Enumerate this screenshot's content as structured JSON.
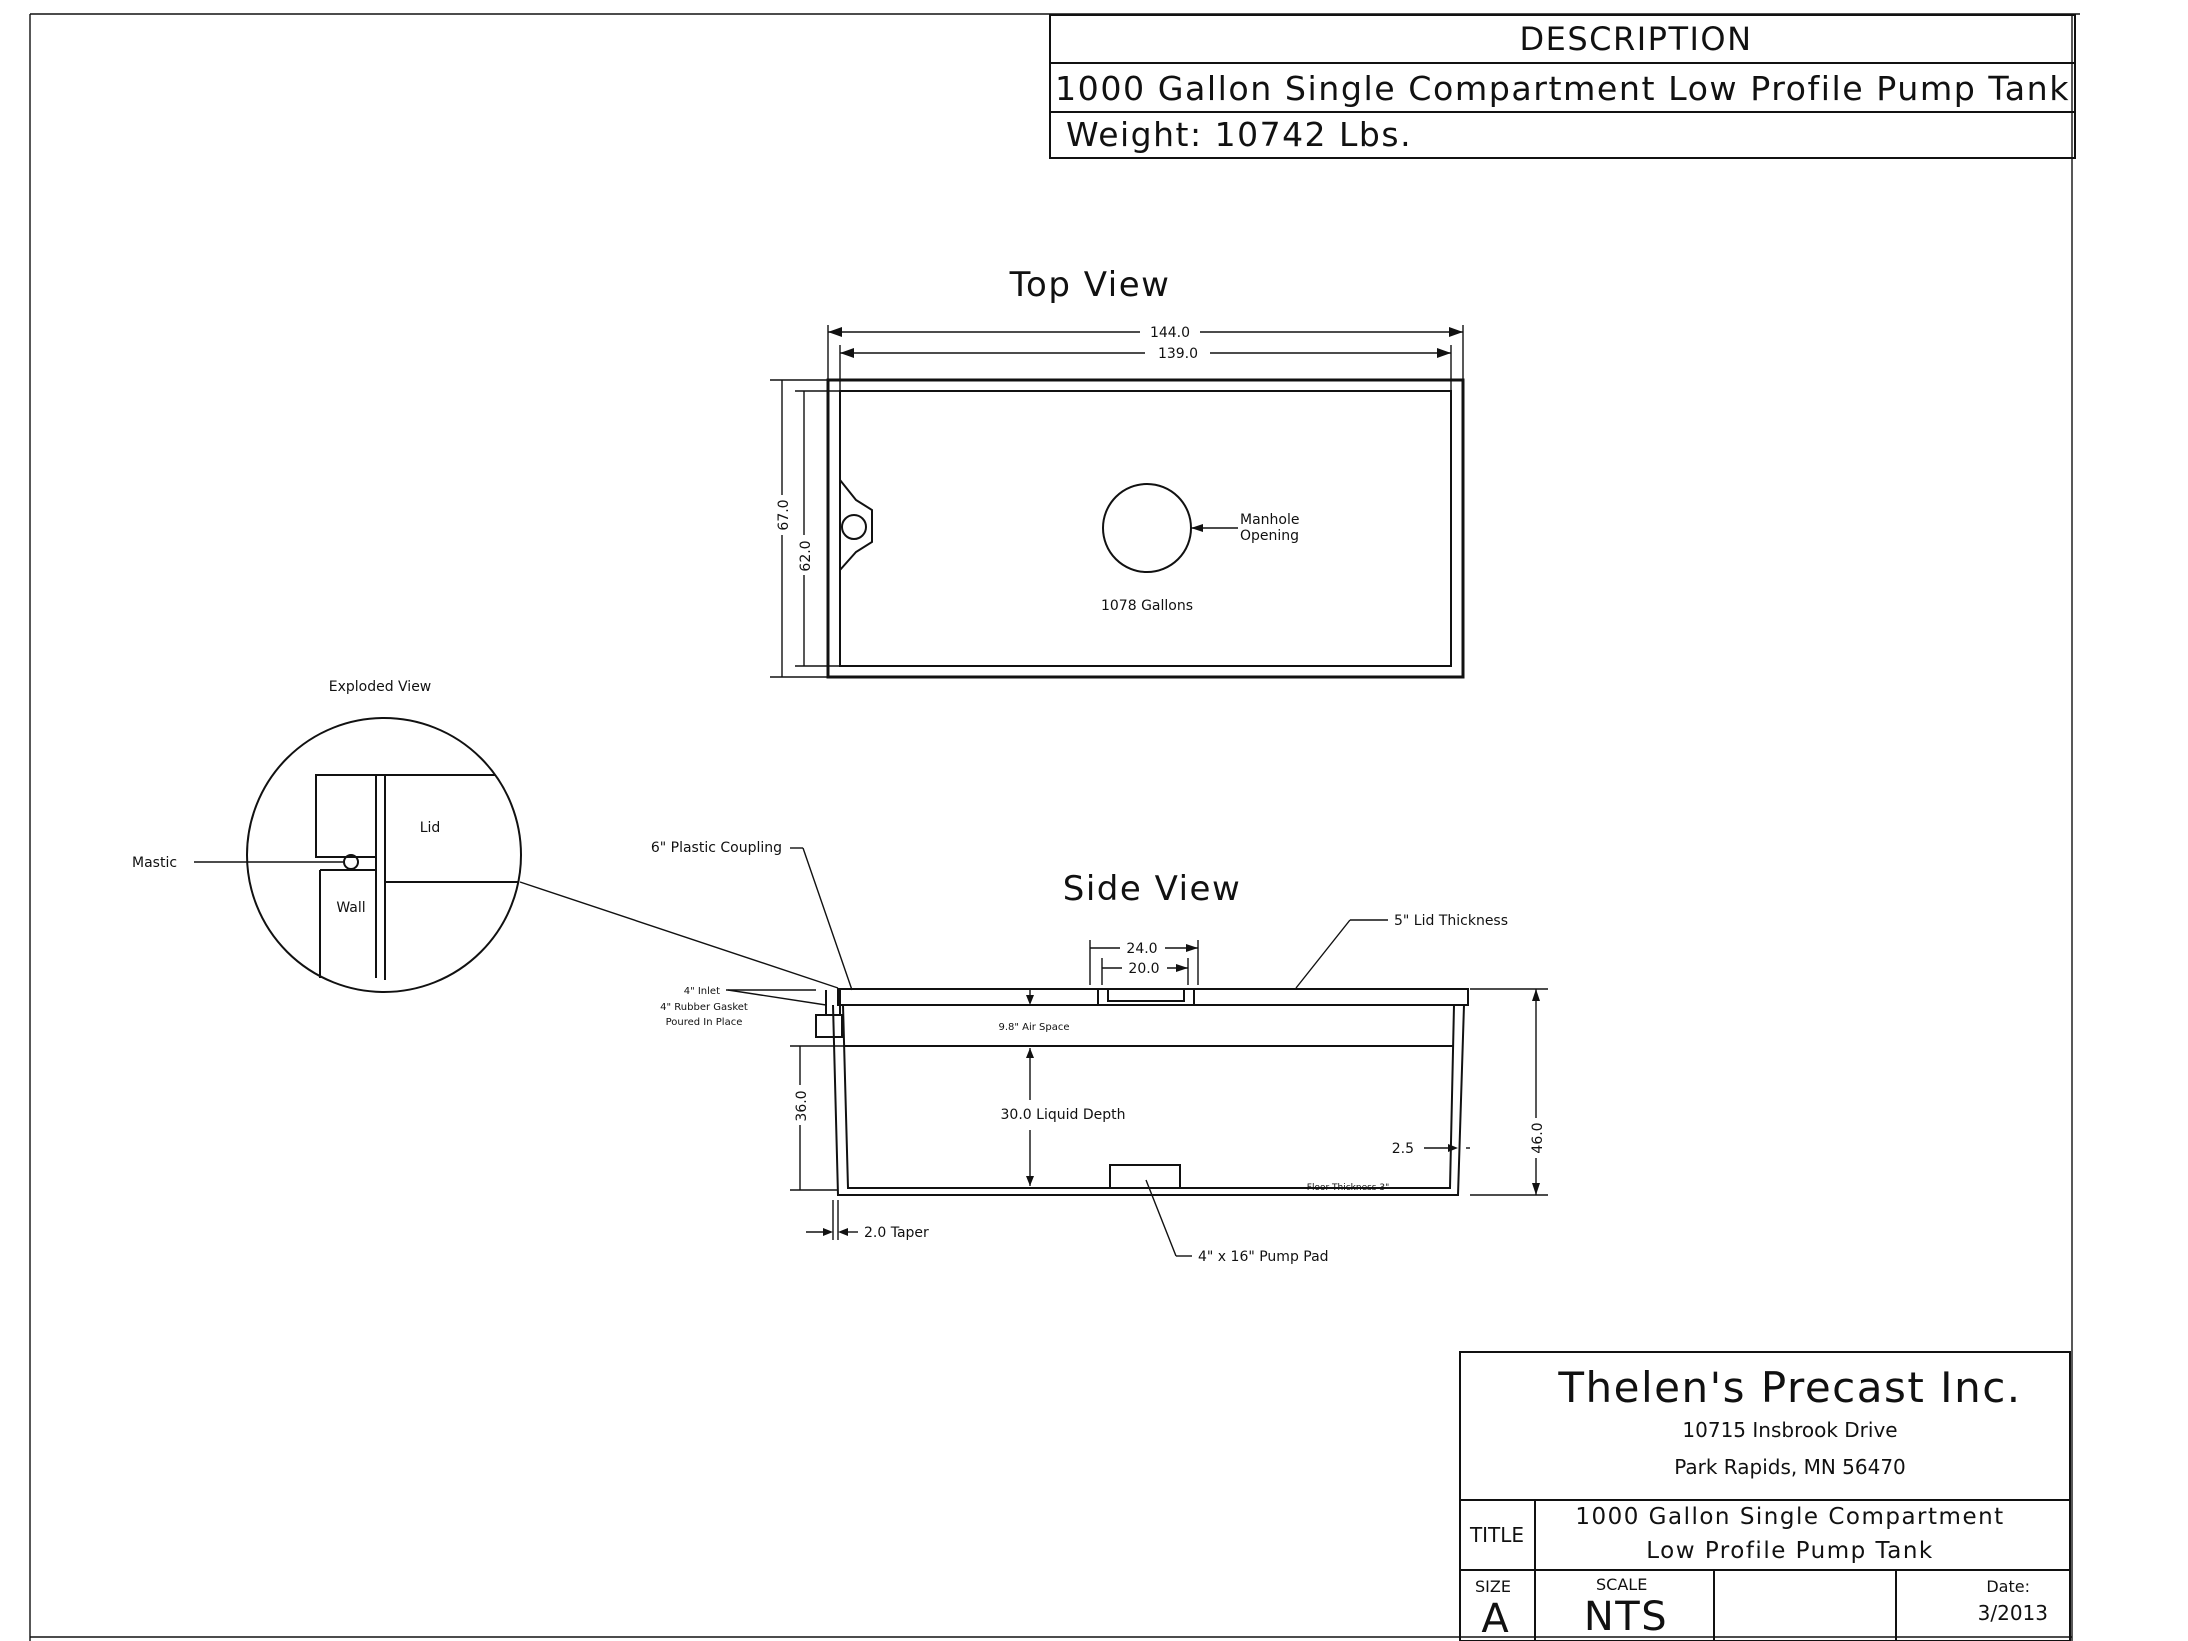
{
  "description_block": {
    "header": "DESCRIPTION",
    "line1": "1000 Gallon Single Compartment Low Profile Pump Tank",
    "line2": "Weight: 10742 Lbs."
  },
  "top_view": {
    "title": "Top View",
    "dim_outer_length": "144.0",
    "dim_inner_length": "139.0",
    "dim_outer_width": "67.0",
    "dim_inner_width": "62.0",
    "manhole_label_1": "Manhole",
    "manhole_label_2": "Opening",
    "capacity": "1078 Gallons"
  },
  "exploded_view": {
    "title": "Exploded View",
    "lid": "Lid",
    "wall": "Wall",
    "mastic": "Mastic"
  },
  "side_view": {
    "title": "Side View",
    "coupling": "6\" Plastic Coupling",
    "lid_thickness": "5\" Lid Thickness",
    "dim_24": "24.0",
    "dim_20": "20.0",
    "inlet": "4\" Inlet",
    "gasket_1": "4\" Rubber Gasket",
    "gasket_2": "Poured In Place",
    "air_space": "9.8\" Air Space",
    "liquid_depth": "30.0 Liquid Depth",
    "dim_36": "36.0",
    "dim_46": "46.0",
    "dim_2_5": "2.5",
    "floor_thickness": "Floor Thickness 3\"",
    "taper": "2.0 Taper",
    "pump_pad": "4\" x 16\" Pump Pad"
  },
  "title_block": {
    "company": "Thelen's Precast Inc.",
    "address1": "10715 Insbrook Drive",
    "address2": "Park Rapids, MN 56470",
    "title_label": "TITLE",
    "title_line1": "1000 Gallon Single Compartment",
    "title_line2": "Low Profile Pump Tank",
    "size_label": "SIZE",
    "size_value": "A",
    "scale_label": "SCALE",
    "scale_value": "NTS",
    "date_label": "Date:",
    "date_value": "3/2013"
  }
}
